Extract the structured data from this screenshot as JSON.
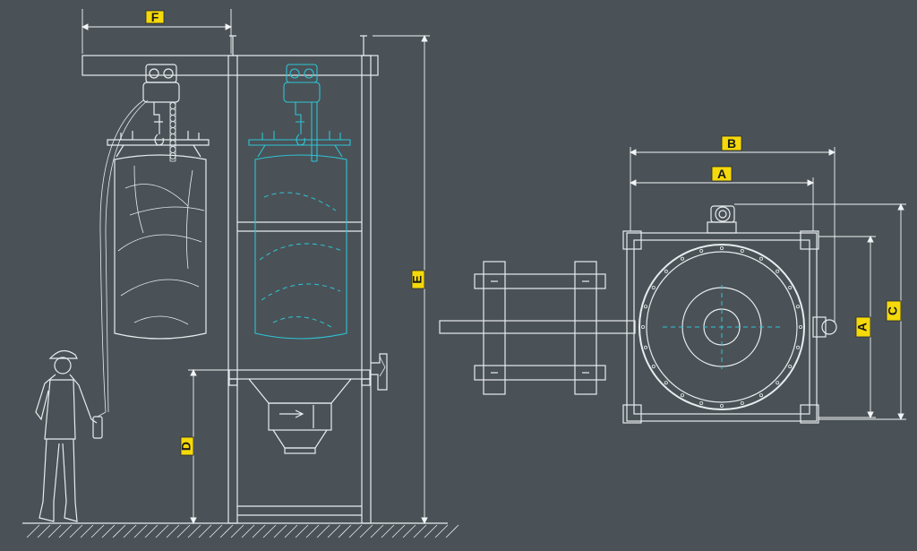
{
  "colors": {
    "background": "#4a5257",
    "line": "#e8ecee",
    "accent_cyan": "#2ec4d6",
    "label_fill": "#f5d90a"
  },
  "left_view": {
    "dimension_labels": {
      "F": "F",
      "E": "E",
      "D": "D"
    }
  },
  "right_view": {
    "dimension_labels": {
      "B": "B",
      "A_horizontal": "A",
      "A_vertical": "A",
      "C": "C"
    }
  },
  "icons": [
    "chain-hoist-icon",
    "operator-figure-icon",
    "gear-motor-icon"
  ]
}
